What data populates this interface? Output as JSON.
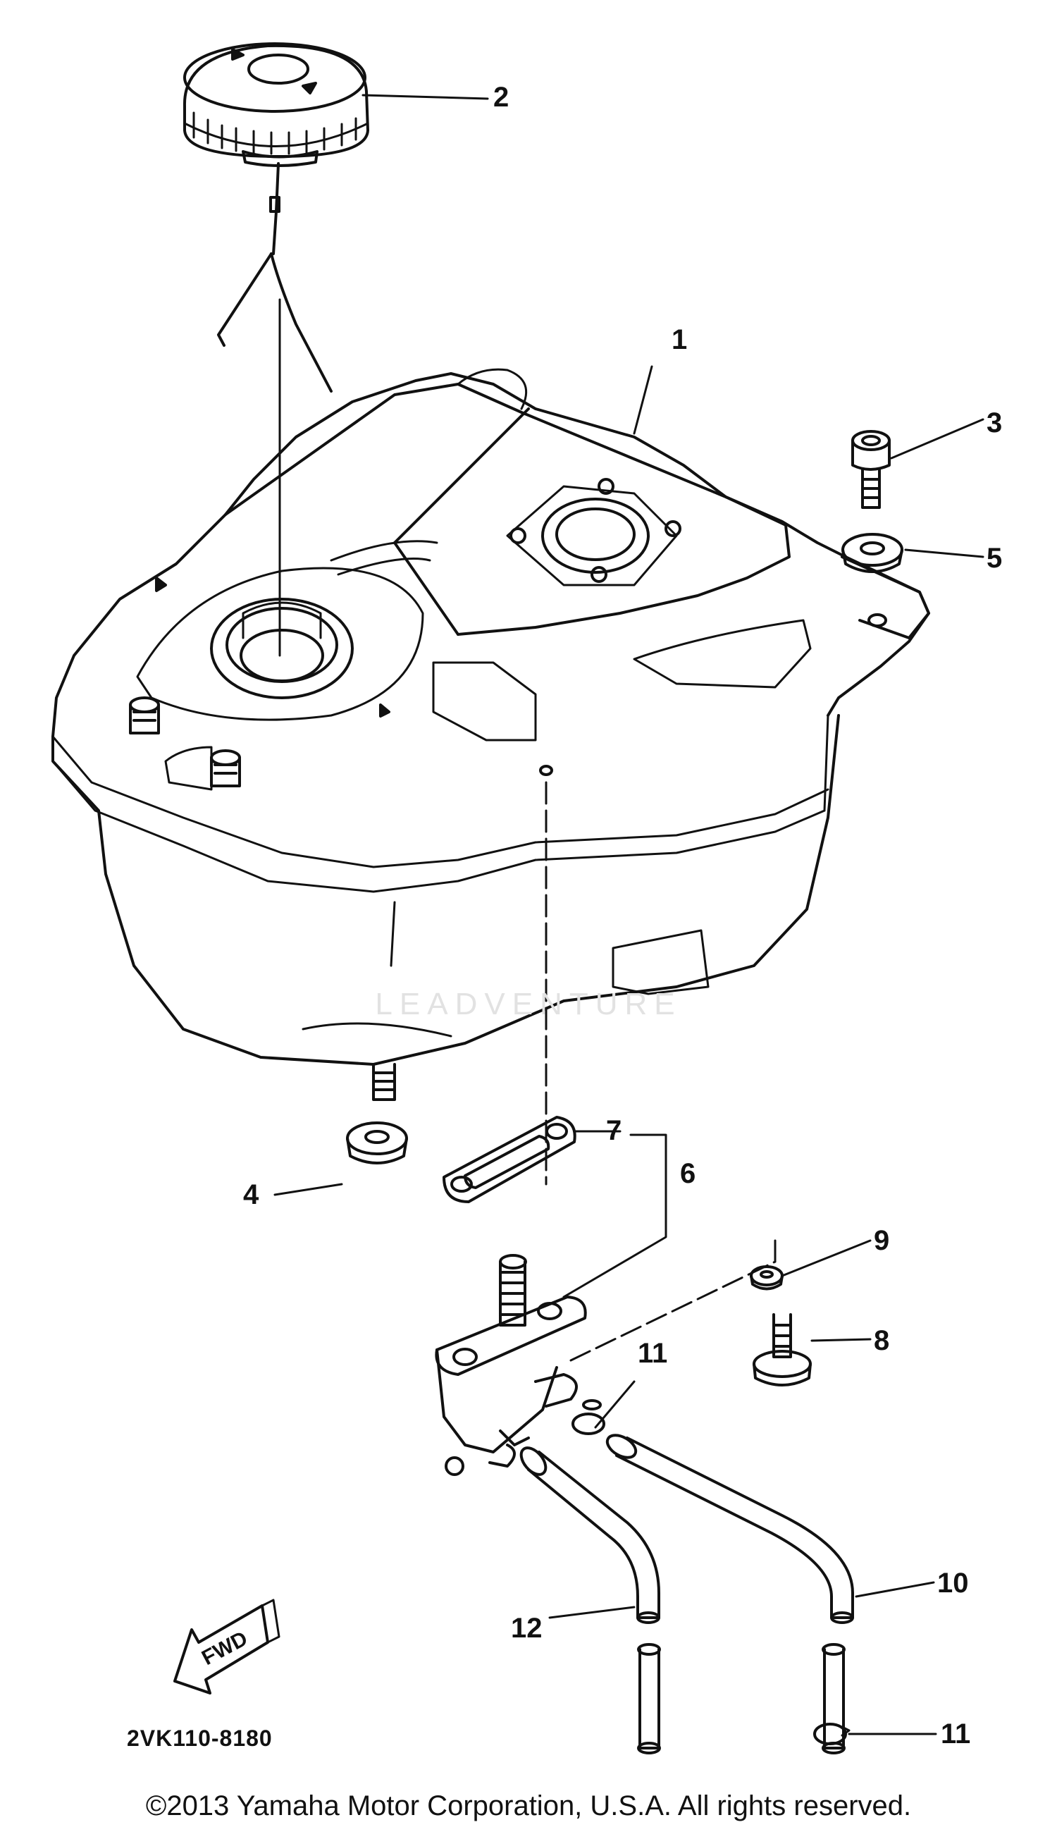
{
  "diagram": {
    "parts": [
      {
        "number": "1",
        "name": "fuel-tank"
      },
      {
        "number": "2",
        "name": "fuel-cap"
      },
      {
        "number": "3",
        "name": "bolt"
      },
      {
        "number": "4",
        "name": "grommet-lower"
      },
      {
        "number": "5",
        "name": "grommet-upper"
      },
      {
        "number": "6",
        "name": "fuel-cock-assembly"
      },
      {
        "number": "7",
        "name": "gasket"
      },
      {
        "number": "8",
        "name": "cock-bolt"
      },
      {
        "number": "9",
        "name": "washer"
      },
      {
        "number": "10",
        "name": "pipe-right"
      },
      {
        "number": "11",
        "name": "clip"
      },
      {
        "number": "12",
        "name": "pipe-left"
      }
    ],
    "diagram_code": "2VK110-8180",
    "fwd_label": "FWD",
    "watermark": "LEADVENTURE",
    "copyright": "©2013 Yamaha Motor Corporation, U.S.A. All rights reserved."
  }
}
